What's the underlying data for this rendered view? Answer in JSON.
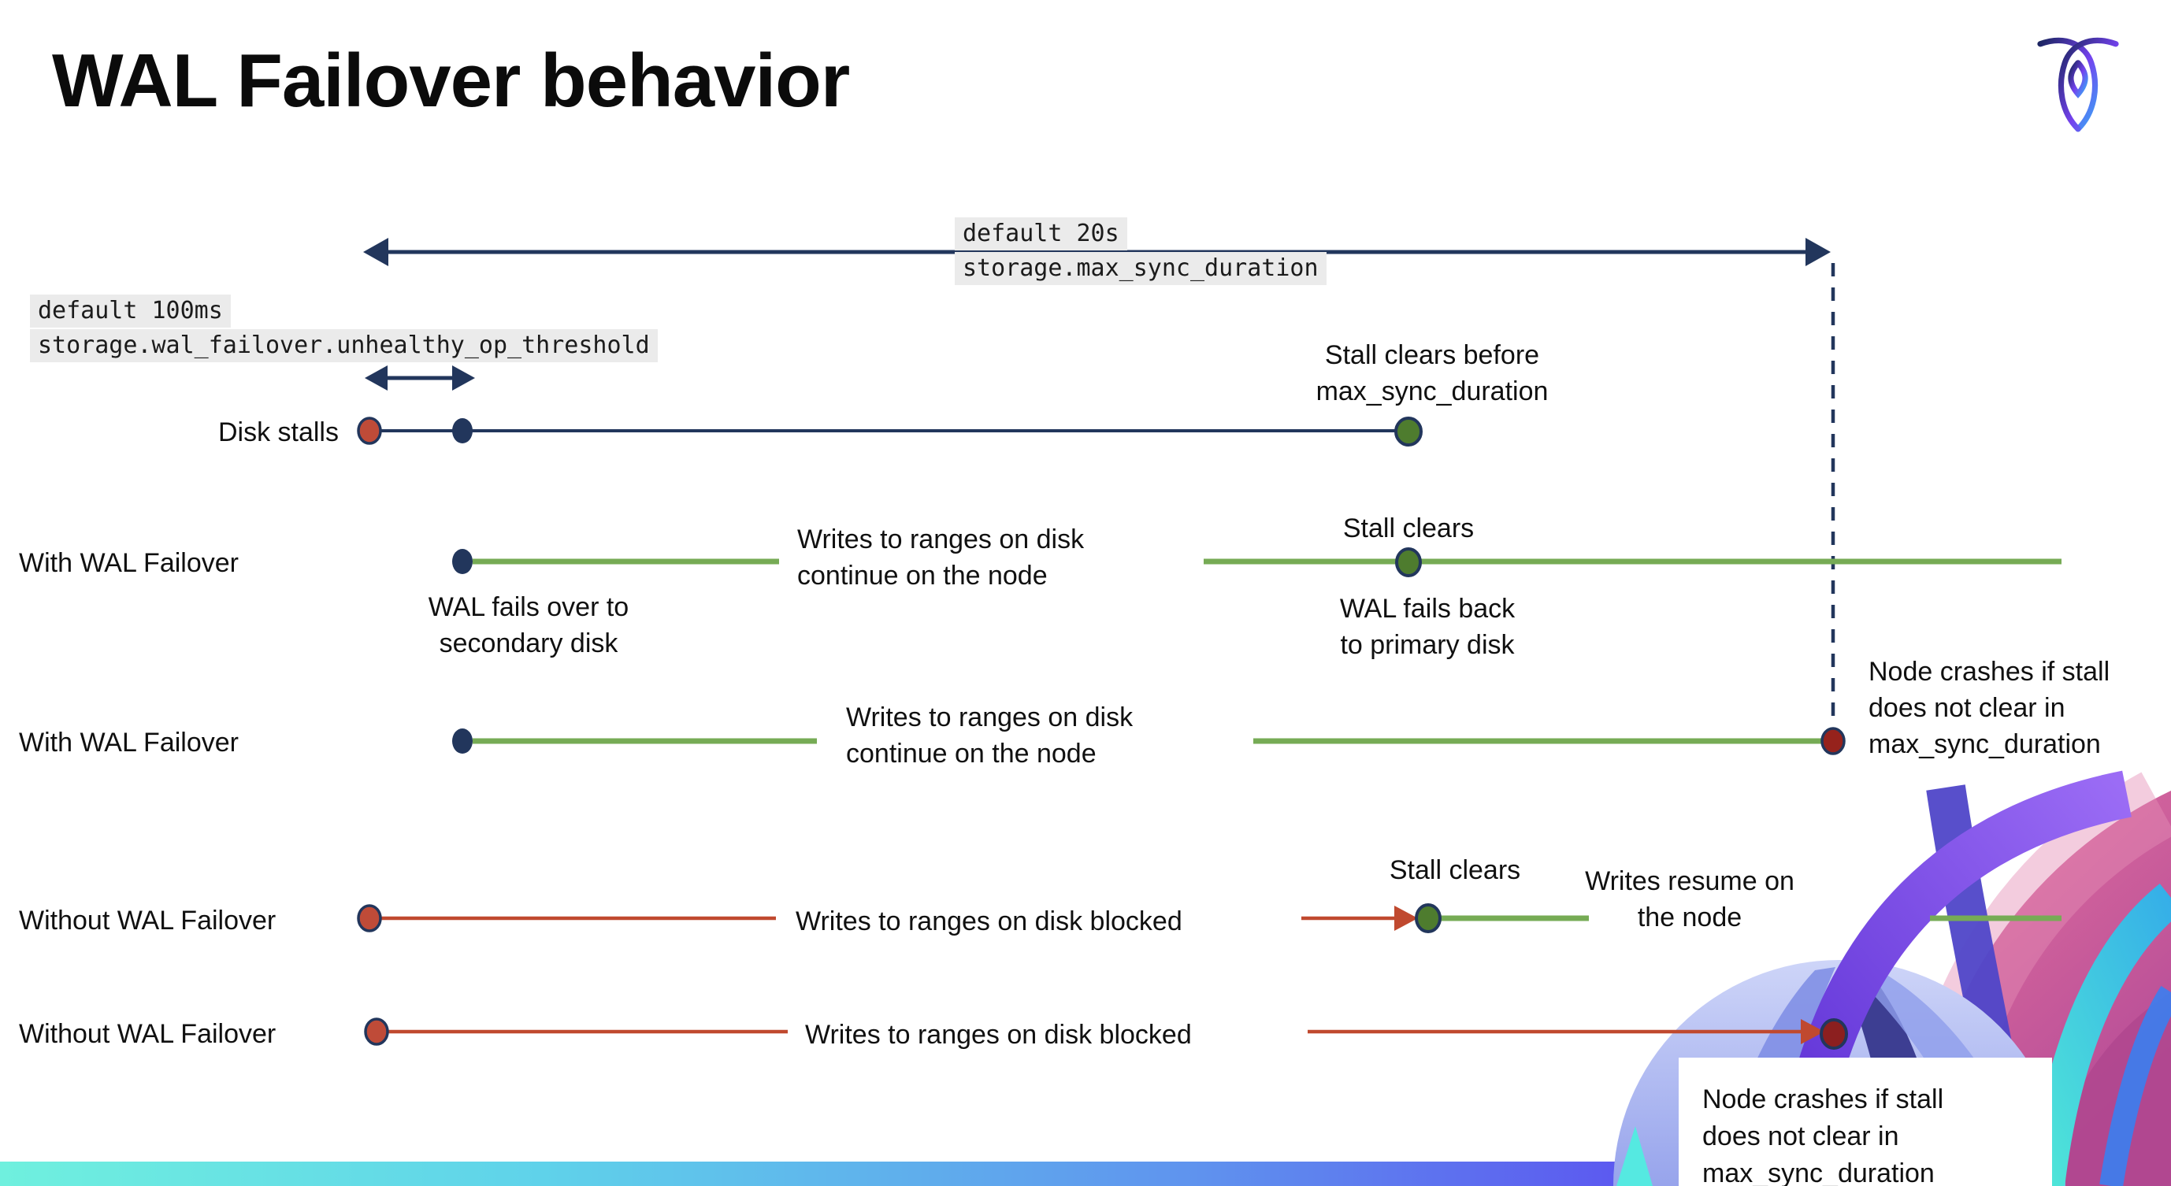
{
  "title": "WAL Failover behavior",
  "logo": {
    "name": "cockroachdb-logo"
  },
  "settings": {
    "max_sync_duration": {
      "default_label": "default 20s",
      "setting_name": "storage.max_sync_duration"
    },
    "unhealthy_op_threshold": {
      "default_label": "default 100ms",
      "setting_name": "storage.wal_failover.unhealthy_op_threshold"
    }
  },
  "rows": [
    {
      "label": "Disk stalls"
    },
    {
      "label": "With WAL Failover"
    },
    {
      "label": "With WAL Failover"
    },
    {
      "label": "Without WAL Failover"
    },
    {
      "label": "Without WAL Failover"
    }
  ],
  "annotations": {
    "stall_clears_before": "Stall clears before\nmax_sync_duration",
    "wal_fails_over": "WAL fails over to\nsecondary disk",
    "writes_continue": "Writes to ranges on disk\ncontinue on the node",
    "stall_clears": "Stall clears",
    "wal_fails_back": "WAL fails  back\nto primary disk",
    "node_crashes": "Node crashes if stall\ndoes not clear in\nmax_sync_duration",
    "writes_blocked": "Writes to ranges on disk  blocked",
    "writes_resume": "Writes resume on\nthe node"
  },
  "colors": {
    "navy": "#22365c",
    "green_line": "#76ab55",
    "green_dot": "#4e7c2e",
    "red_line": "#c0492f",
    "red_dot": "#bf4b38",
    "crash_dot": "#96221c",
    "dark_red_dot": "#8c1f1f",
    "code_highlight": "#ebebeb",
    "bar_teal": "#6ff0de",
    "bar_blue": "#5f93ee",
    "bar_purple": "#5b43f0"
  }
}
